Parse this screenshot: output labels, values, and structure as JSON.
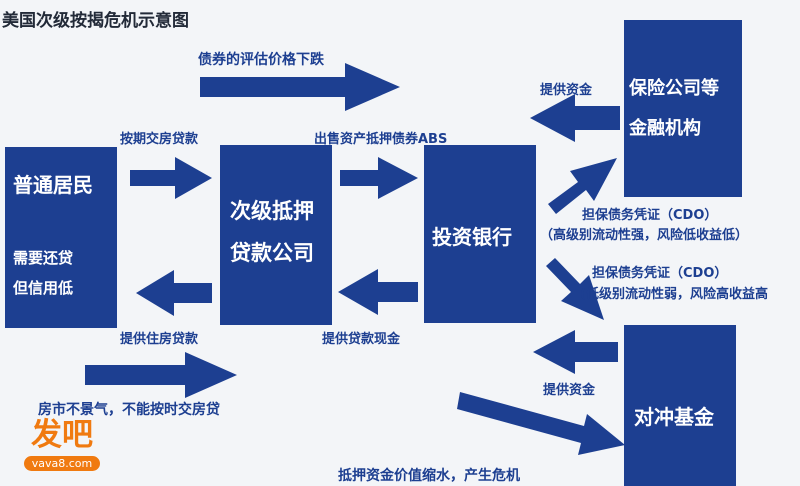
{
  "title": "美国次级按揭危机示意图",
  "boxes": {
    "residents": {
      "line1": "普通居民",
      "line2": "需要还贷",
      "line3": "但信用低"
    },
    "lender": {
      "line1": "次级抵押",
      "line2": "贷款公司"
    },
    "bank": {
      "line1": "投资银行"
    },
    "insurer": {
      "line1": "保险公司等",
      "line2": "金融机构"
    },
    "hedge": {
      "line1": "对冲基金"
    }
  },
  "labels": {
    "bond_value_fall": "债券的评估价格下跌",
    "provide_capital_insurer": "提供资金",
    "pay_mortgage": "按期交房贷款",
    "sell_abs": "出售资产抵押债券ABS",
    "cdo_high_a": "担保债务凭证（CDO）",
    "cdo_high_b": "（高级别流动性强，风险低收益低）",
    "cdo_low_a": "担保债务凭证（CDO）",
    "cdo_low_b": "(低级别流动性弱，风险高收益高",
    "provide_mortgage": "提供住房贷款",
    "provide_cash": "提供贷款现金",
    "provide_capital_hedge": "提供资金",
    "housing_slump": "房市不景气，不能按时交房贷",
    "asset_devalue": "抵押资金价值缩水，产生危机"
  },
  "logo": {
    "text": "发吧",
    "sub": "vava8.com"
  },
  "colors": {
    "box": "#1d3f91",
    "arrow": "#1d3f91",
    "text": "#1d3f91",
    "logo": "#f07a10"
  }
}
